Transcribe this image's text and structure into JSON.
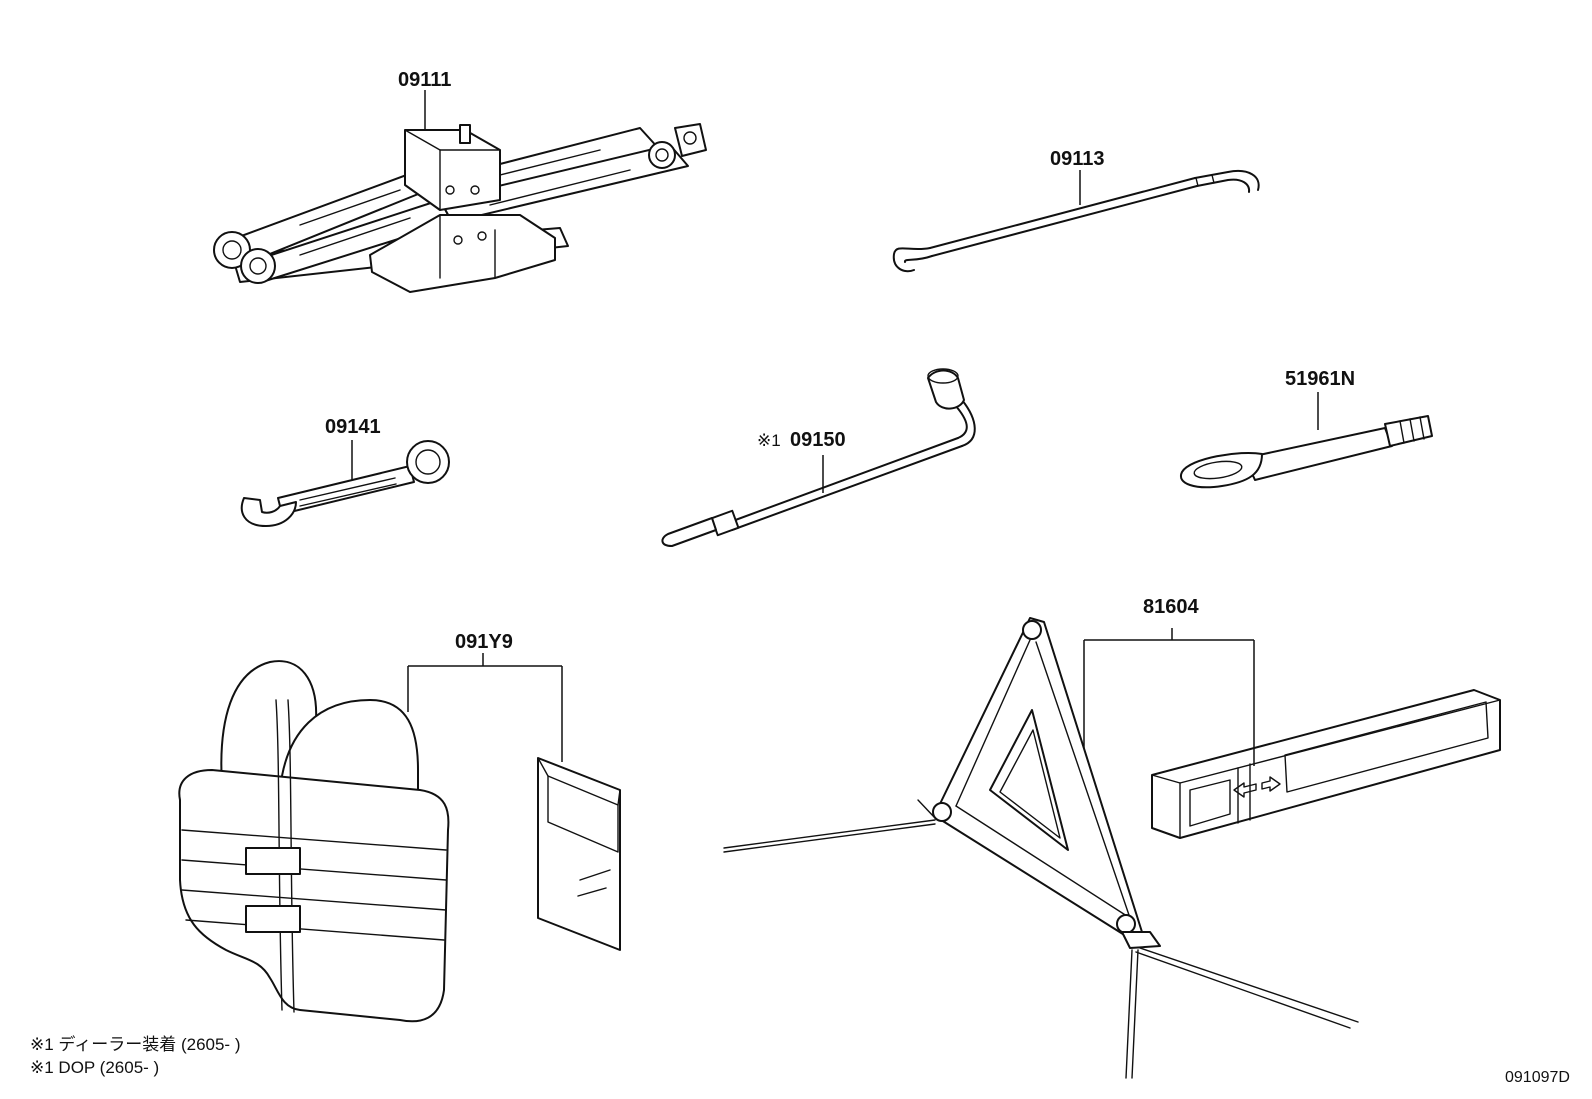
{
  "parts": {
    "jack": "09111",
    "jack_handle": "09113",
    "wrench": "09141",
    "wheel_nut_wrench_prefix": "※1",
    "wheel_nut_wrench": "09150",
    "towing_eyelet": "51961N",
    "safety_vest_set": "091Y9",
    "warning_triangle_set": "81604"
  },
  "notes": {
    "line1": "※1 ディーラー装着 (2605-     )",
    "line2": "※1 DOP (2605-     )"
  },
  "diagram_ref": "091097D"
}
